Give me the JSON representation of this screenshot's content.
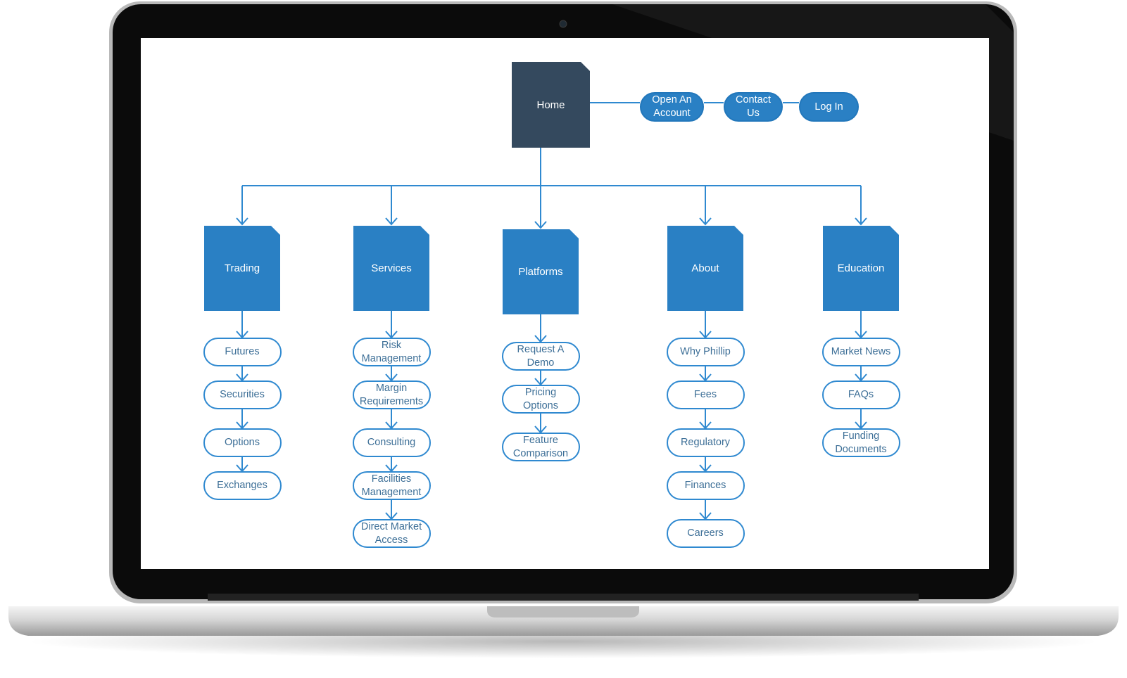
{
  "colors": {
    "home_fill": "#34495e",
    "category_fill": "#2a80c4",
    "connector": "#2f89d0",
    "pill_text": "#3d6f97",
    "bezel": "#0b0b0b",
    "chassis": "#d8d8d8"
  },
  "home": {
    "label": "Home"
  },
  "header_links": [
    {
      "label": "Open An\nAccount"
    },
    {
      "label": "Contact\nUs"
    },
    {
      "label": "Log In"
    }
  ],
  "categories": [
    {
      "label": "Trading",
      "items": [
        "Futures",
        "Securities",
        "Options",
        "Exchanges"
      ]
    },
    {
      "label": "Services",
      "items": [
        "Risk\nManagement",
        "Margin\nRequirements",
        "Consulting",
        "Facilities\nManagement",
        "Direct Market\nAccess"
      ]
    },
    {
      "label": "Platforms",
      "items": [
        "Request A\nDemo",
        "Pricing\nOptions",
        "Feature\nComparison"
      ]
    },
    {
      "label": "About",
      "items": [
        "Why Phillip",
        "Fees",
        "Regulatory",
        "Finances",
        "Careers"
      ]
    },
    {
      "label": "Education",
      "items": [
        "Market News",
        "FAQs",
        "Funding\nDocuments"
      ]
    }
  ]
}
